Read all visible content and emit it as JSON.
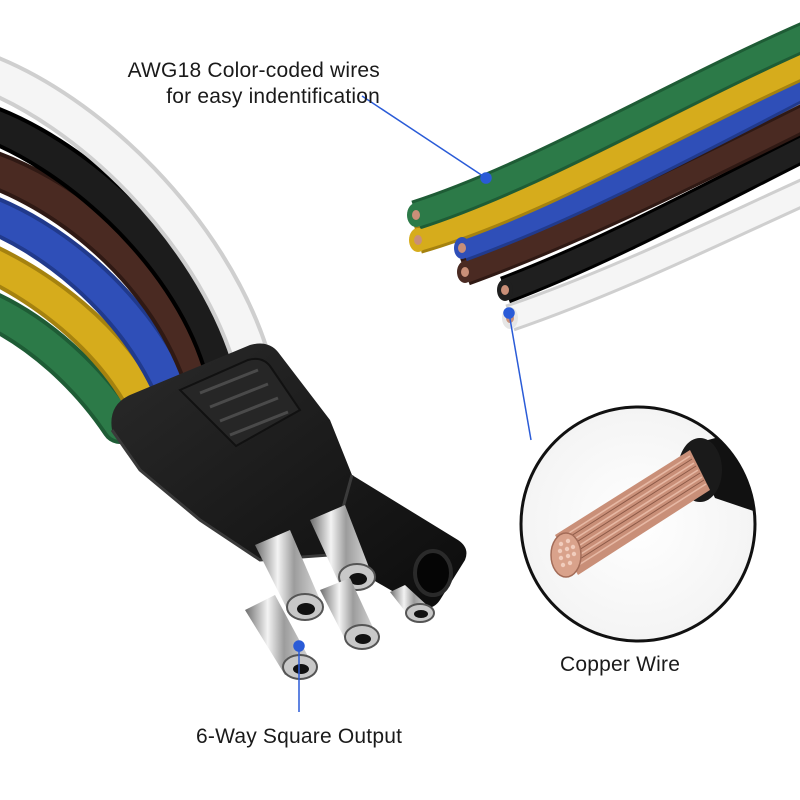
{
  "annotations": {
    "wires_line1": "AWG18 Color-coded wires",
    "wires_line2": "for easy indentification",
    "copper": "Copper Wire",
    "output": "6-Way Square Output"
  },
  "wire_colors": {
    "white": "#f2f2f2",
    "black": "#1c1c1c",
    "brown": "#4a2a22",
    "blue": "#2f4fb8",
    "yellow": "#d6ac1c",
    "green": "#2c7a48"
  },
  "callout_color": "#2a5bd7",
  "copper_color": "#c98f78"
}
